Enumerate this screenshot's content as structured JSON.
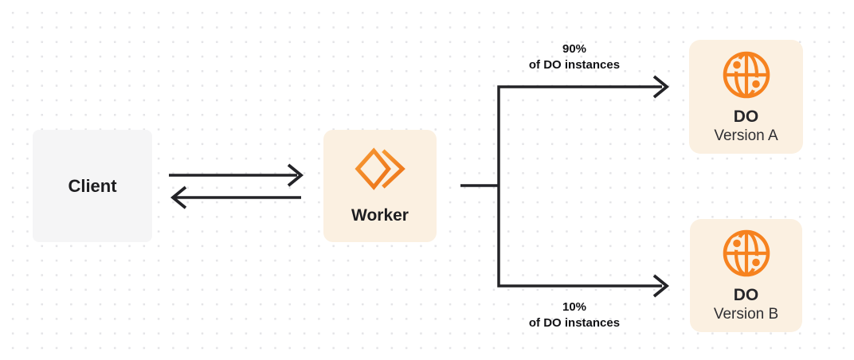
{
  "diagram": {
    "nodes": {
      "client": {
        "label": "Client"
      },
      "worker": {
        "label": "Worker",
        "icon": "cloudflare-workers-icon"
      },
      "do_version_a": {
        "title": "DO",
        "subtitle": "Version A",
        "icon": "durable-object-globe-icon"
      },
      "do_version_b": {
        "title": "DO",
        "subtitle": "Version B",
        "icon": "durable-object-globe-icon"
      }
    },
    "edges": {
      "client_worker": {
        "description": "request arrow"
      },
      "worker_client": {
        "description": "response arrow"
      },
      "branch_top": {
        "percent": "90%",
        "caption": "of DO instances"
      },
      "branch_bottom": {
        "percent": "10%",
        "caption": "of DO instances"
      }
    },
    "colors": {
      "accent_orange": "#f6821f",
      "node_cream_bg": "#fbf0e1",
      "node_gray_bg": "#f5f5f6",
      "line": "#232327",
      "text_dark": "#1d1d20",
      "text_secondary": "#2f2f33",
      "dot_grid": "#e4e4e7",
      "canvas_bg": "#ffffff"
    }
  }
}
